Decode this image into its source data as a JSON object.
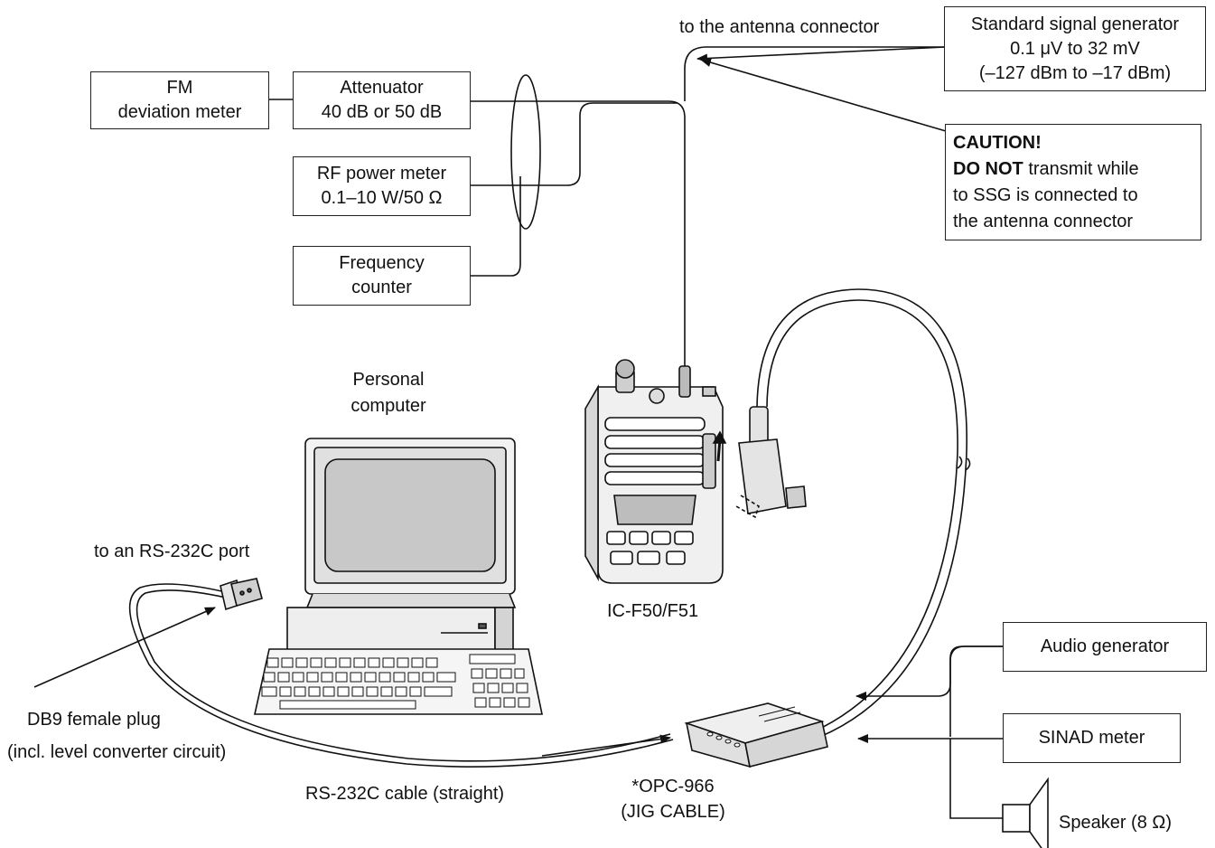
{
  "labels": {
    "to_antenna": "to the antenna connector",
    "personal_computer_1": "Personal",
    "personal_computer_2": "computer",
    "to_rs232_port": "to an RS-232C port",
    "db9_plug": "DB9 female plug",
    "level_converter": "(incl. level converter circuit)",
    "rs232_cable": "RS-232C cable (straight)",
    "opc966_1": "*OPC-966",
    "opc966_2": "(JIG CABLE)",
    "radio_model": "IC-F50/F51",
    "speaker": "Speaker (8 Ω)"
  },
  "boxes": {
    "fm_meter": [
      "FM",
      "deviation meter"
    ],
    "attenuator": [
      "Attenuator",
      "40 dB or 50 dB"
    ],
    "rf_meter": [
      "RF power meter",
      "0.1–10 W/50 Ω"
    ],
    "freq_counter": [
      "Frequency",
      "counter"
    ],
    "ssg": [
      "Standard signal generator",
      "0.1 μV to 32 mV",
      "(–127 dBm to –17 dBm)"
    ],
    "audio_gen": "Audio generator",
    "sinad": "SINAD meter"
  },
  "caution": {
    "title": "CAUTION!",
    "bold": "DO NOT",
    "line1_rest": " transmit while",
    "line2": "to SSG is connected to",
    "line3": "the antenna connector"
  }
}
